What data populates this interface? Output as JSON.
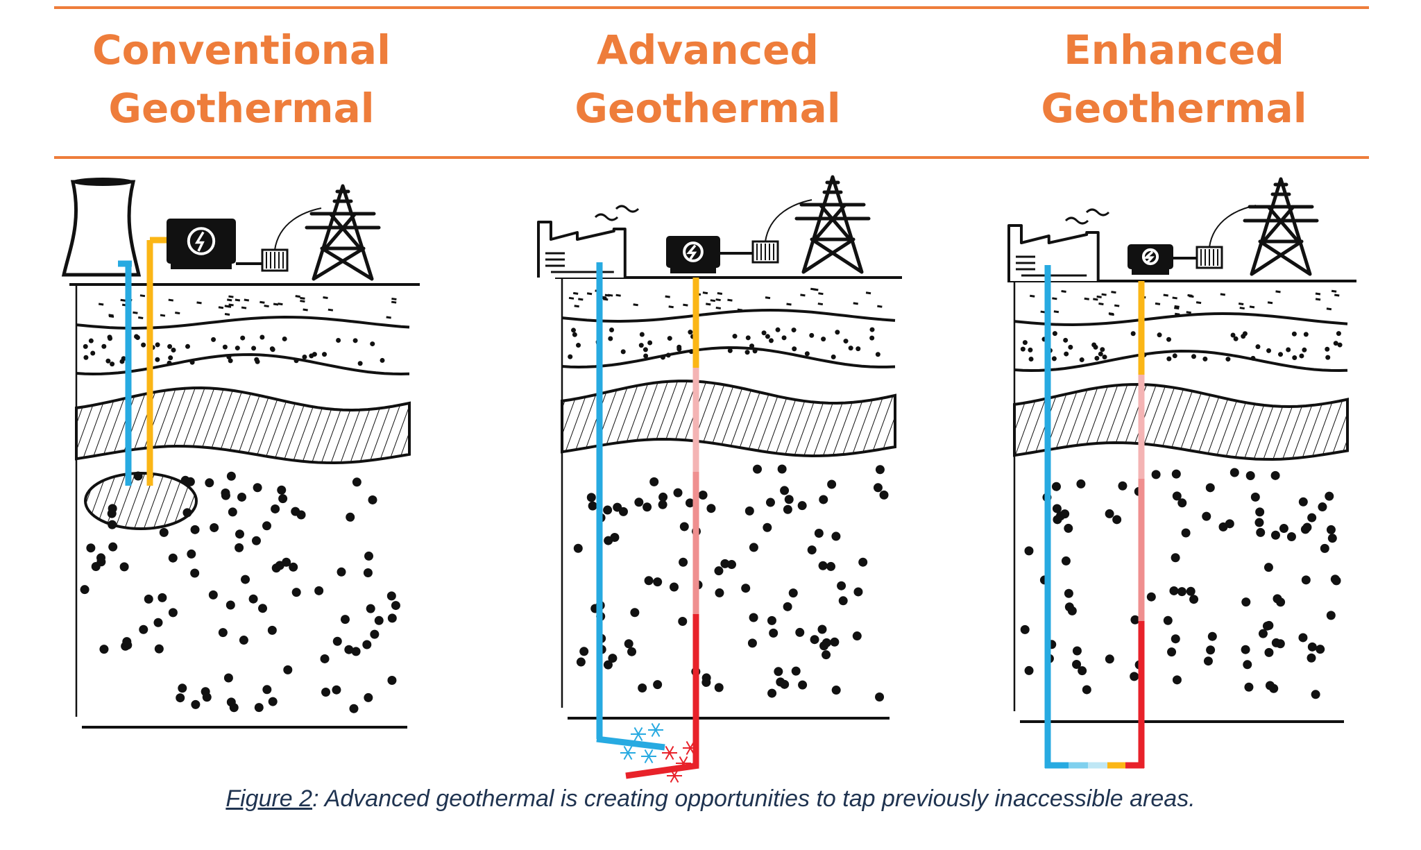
{
  "panels": [
    {
      "id": "conventional",
      "title_line1": "Conventional",
      "title_line2": "Geothermal"
    },
    {
      "id": "advanced",
      "title_line1": "Advanced",
      "title_line2": "Geothermal"
    },
    {
      "id": "enhanced",
      "title_line1": "Enhanced",
      "title_line2": "Geothermal"
    }
  ],
  "caption": {
    "label": "Figure 2",
    "text": ": Advanced geothermal is creating opportunities to tap previously inaccessible areas."
  },
  "colors": {
    "accent": "#ee7d3b",
    "cold_pipe": "#27aae1",
    "warm_pipe": "#fbb616",
    "hot_pipe": "#e8222a",
    "pink_1": "#f4b4b4",
    "pink_2": "#ef8f8f",
    "caption_text": "#1f3350",
    "ink": "#111111"
  },
  "icons": [
    "cooling-tower-icon",
    "generator-icon",
    "transformer-icon",
    "transmission-tower-icon",
    "factory-icon",
    "snowflake-icon"
  ]
}
